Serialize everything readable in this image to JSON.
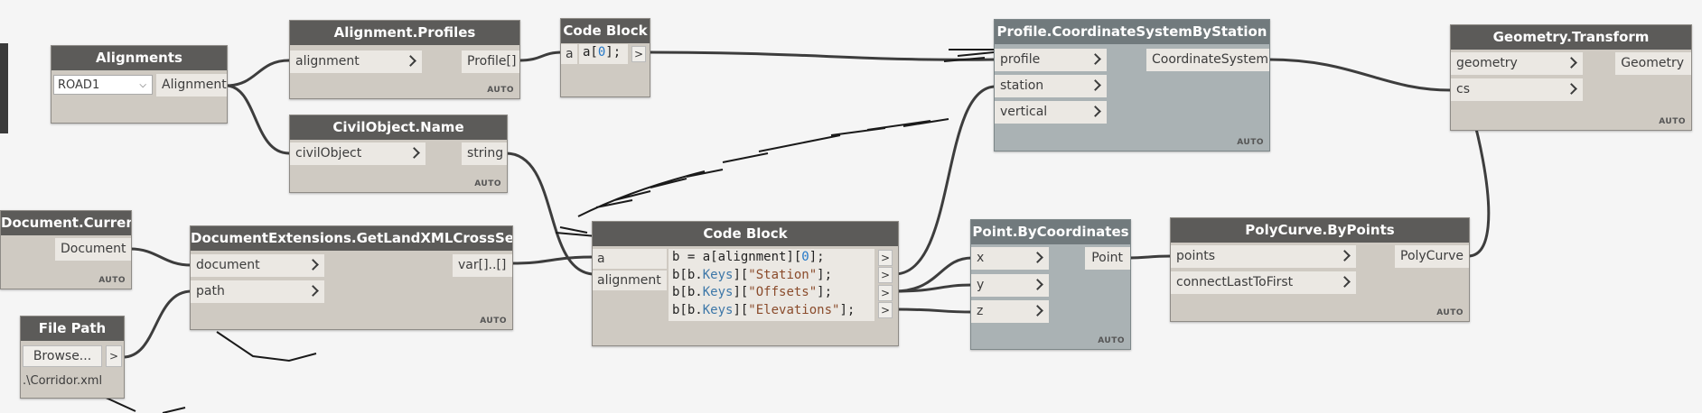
{
  "nodes": {
    "alignments": {
      "title": "Alignments",
      "dropdown_value": "ROAD1",
      "output": "Alignment"
    },
    "alignment_profiles": {
      "title": "Alignment.Profiles",
      "input": "alignment",
      "output": "Profile[]",
      "lacing": "AUTO"
    },
    "code_block_1": {
      "title": "Code Block",
      "input": "a",
      "code_pre": "a[",
      "code_num": "0",
      "code_post": "];",
      "arrow": ">"
    },
    "civil_object_name": {
      "title": "CivilObject.Name",
      "input": "civilObject",
      "output": "string",
      "lacing": "AUTO"
    },
    "profile_cs": {
      "title": "Profile.CoordinateSystemByStation",
      "inputs": [
        "profile",
        "station",
        "vertical"
      ],
      "output": "CoordinateSystem",
      "lacing": "AUTO"
    },
    "geometry_transform": {
      "title": "Geometry.Transform",
      "inputs": [
        "geometry",
        "cs"
      ],
      "output": "Geometry",
      "lacing": "AUTO"
    },
    "document_current": {
      "title": "Document.Current",
      "output": "Document",
      "lacing": "AUTO"
    },
    "get_landxml": {
      "title": "DocumentExtensions.GetLandXMLCrossSectData",
      "inputs": [
        "document",
        "path"
      ],
      "output": "var[]..[]",
      "lacing": "AUTO"
    },
    "file_path": {
      "title": "File Path",
      "button": "Browse...",
      "arrow": ">",
      "value": ".\\Corridor.xml"
    },
    "code_block_2": {
      "title": "Code Block",
      "inputs": [
        "a",
        "alignment"
      ],
      "lines": [
        {
          "t1": "b = a[alignment][",
          "num": "0",
          "t2": "];"
        },
        {
          "t1": "b[b.",
          "kw": "Keys",
          "t2": "][",
          "str": "\"Station\"",
          "t3": "];"
        },
        {
          "t1": "b[b.",
          "kw": "Keys",
          "t2": "][",
          "str": "\"Offsets\"",
          "t3": "];"
        },
        {
          "t1": "b[b.",
          "kw": "Keys",
          "t2": "][",
          "str": "\"Elevations\"",
          "t3": "];"
        }
      ],
      "arrow": ">"
    },
    "point_by_coordinates": {
      "title": "Point.ByCoordinates",
      "inputs": [
        "x",
        "y",
        "z"
      ],
      "output": "Point",
      "lacing": "AUTO"
    },
    "polycurve_by_points": {
      "title": "PolyCurve.ByPoints",
      "inputs": [
        "points",
        "connectLastToFirst"
      ],
      "output": "PolyCurve",
      "lacing": "AUTO"
    }
  }
}
